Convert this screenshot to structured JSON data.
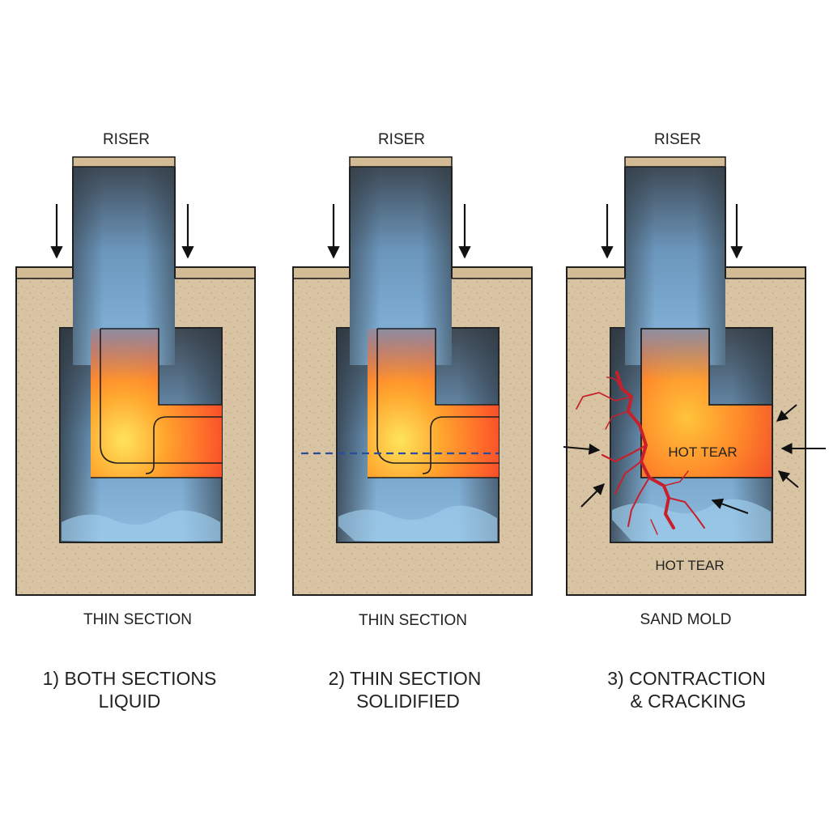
{
  "colors": {
    "sand": "#d8c4a2",
    "sand_dark": "#c2ab86",
    "outline": "#1f1f1f",
    "metal_cool": "#3c4650",
    "metal_blue": "#7fb0d8",
    "hot_yellow": "#ffe15a",
    "hot_orange": "#ff8a2a",
    "hot_red": "#f0342a",
    "crack": "#c8202a",
    "dash_line": "#2a4c9c"
  },
  "panels": [
    {
      "riser_label": "RISER",
      "bottom_label": "THIN SECTION",
      "caption_line1": "1) BOTH SECTIONS",
      "caption_line2": "LIQUID"
    },
    {
      "riser_label": "RISER",
      "bottom_label": "THIN SECTION",
      "caption_line1": "2) THIN SECTION",
      "caption_line2": "SOLIDIFIED"
    },
    {
      "riser_label": "RISER",
      "bottom_label": "SAND MOLD",
      "caption_line1": "3) CONTRACTION",
      "caption_line2": "& CRACKING",
      "hot_tear_label": "HOT TEAR",
      "hot_tear_label_lower": "HOT TEAR"
    }
  ]
}
